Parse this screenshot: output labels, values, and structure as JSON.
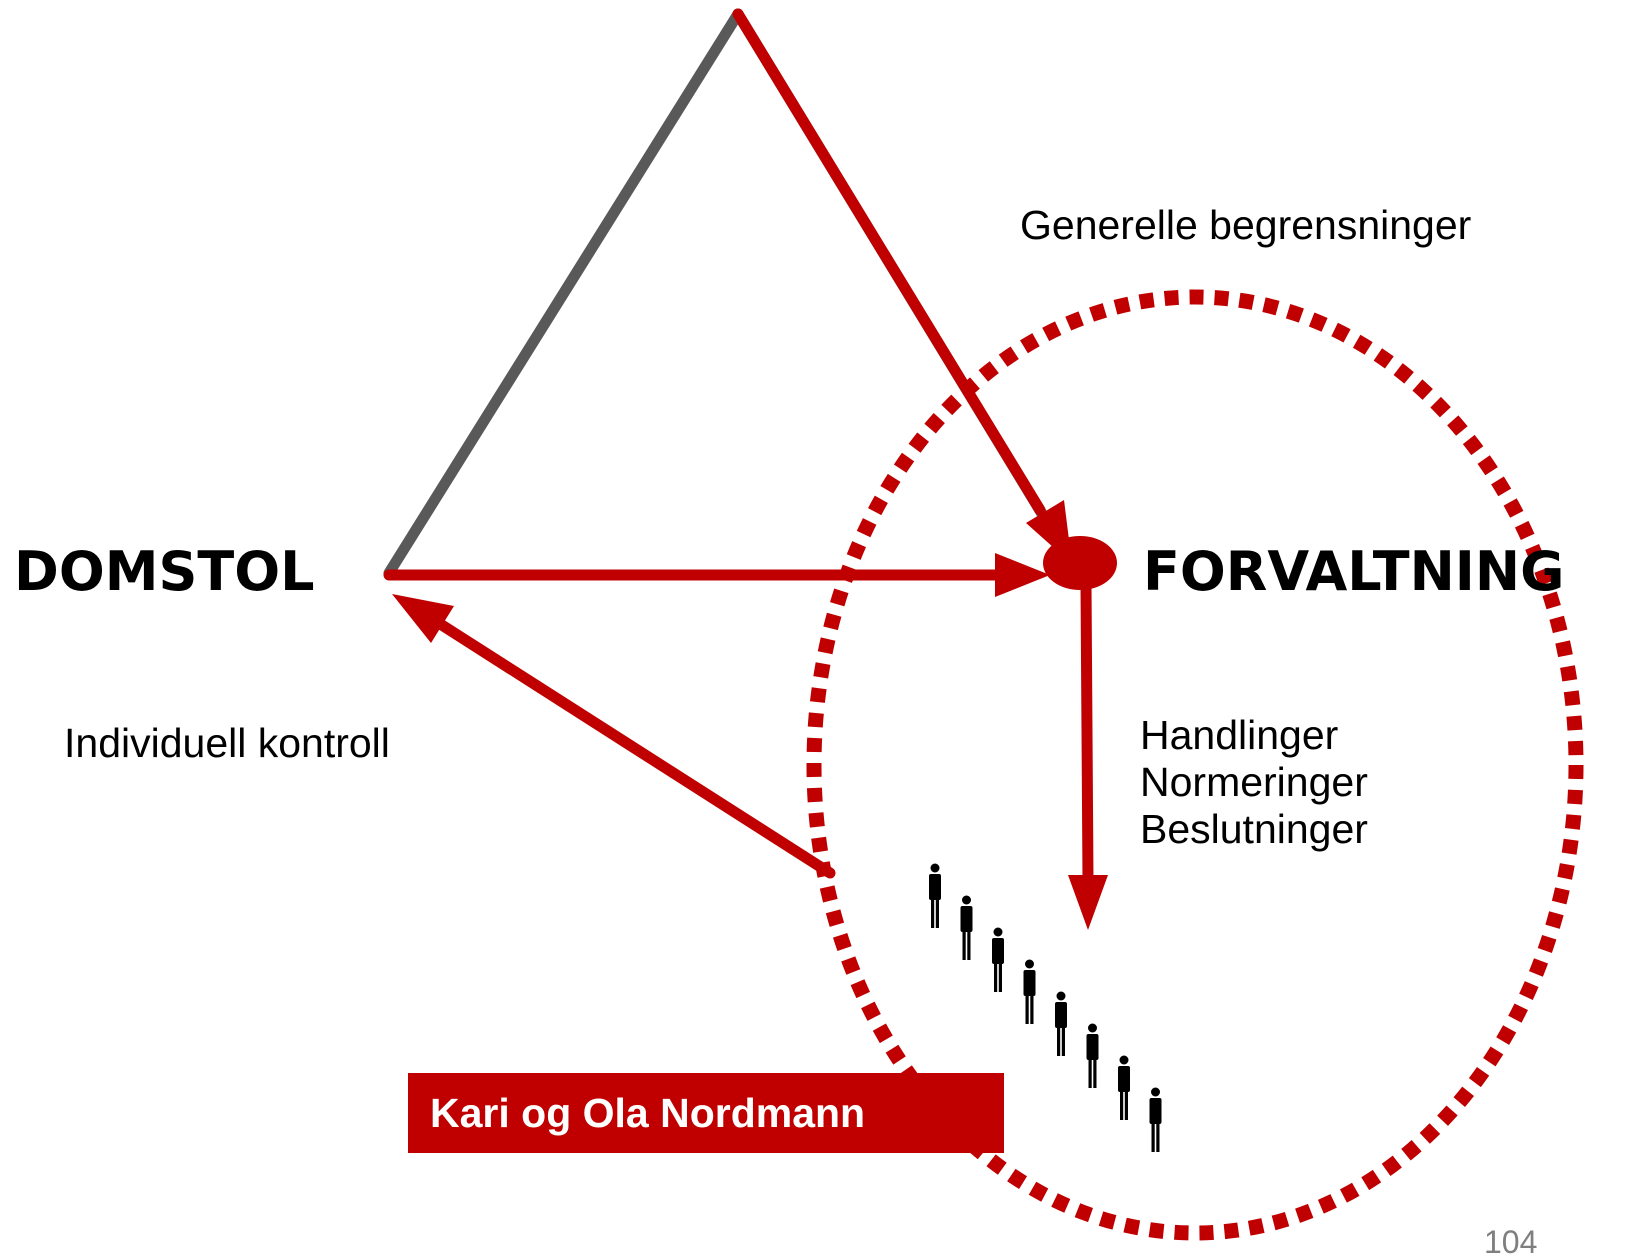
{
  "colors": {
    "accent": "#C00000",
    "triangle_edge": "#595959",
    "person": "#000000",
    "text": "#000000",
    "page_number": "#7F7F7F"
  },
  "nodes": {
    "court": "DOMSTOL",
    "administration": "FORVALTNING"
  },
  "labels": {
    "general_limits": "Generelle begrensninger",
    "individual_control": "Individuell kontroll",
    "actions": [
      "Handlinger",
      "Normeringer",
      "Beslutninger"
    ],
    "citizens": "Kari og Ola Nordmann"
  },
  "icons": {
    "person": "person-icon"
  },
  "person_count": 8,
  "page_number": "104"
}
